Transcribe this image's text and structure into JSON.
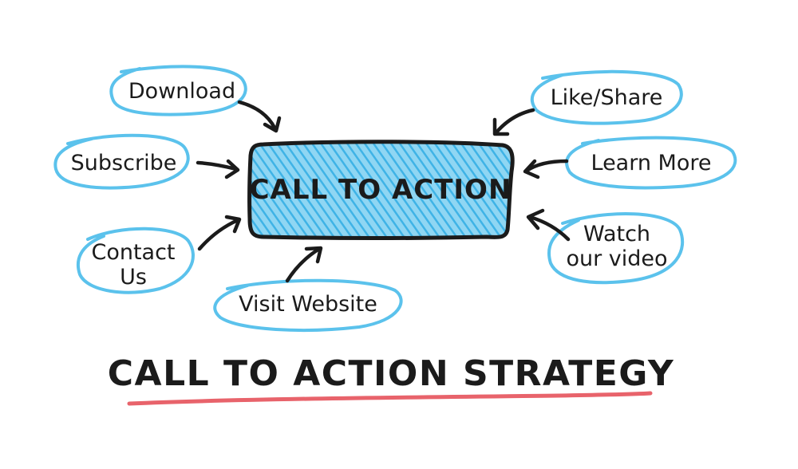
{
  "diagram": {
    "center_label": "CALL TO ACTION",
    "title": "CALL TO ACTION STRATEGY",
    "nodes": {
      "download": {
        "lines": [
          "Download"
        ]
      },
      "subscribe": {
        "lines": [
          "Subscribe"
        ]
      },
      "contact_us": {
        "lines": [
          "Contact",
          "Us"
        ]
      },
      "visit_website": {
        "lines": [
          "Visit Website"
        ]
      },
      "like_share": {
        "lines": [
          "Like/Share"
        ]
      },
      "learn_more": {
        "lines": [
          "Learn More"
        ]
      },
      "watch_video": {
        "lines": [
          "Watch",
          "our video"
        ]
      }
    },
    "colors": {
      "bubble_outline": "#5bc2ec",
      "center_fill": "#5bc2ec",
      "ink": "#1b1b1b",
      "title_underline": "#e8636b"
    }
  }
}
